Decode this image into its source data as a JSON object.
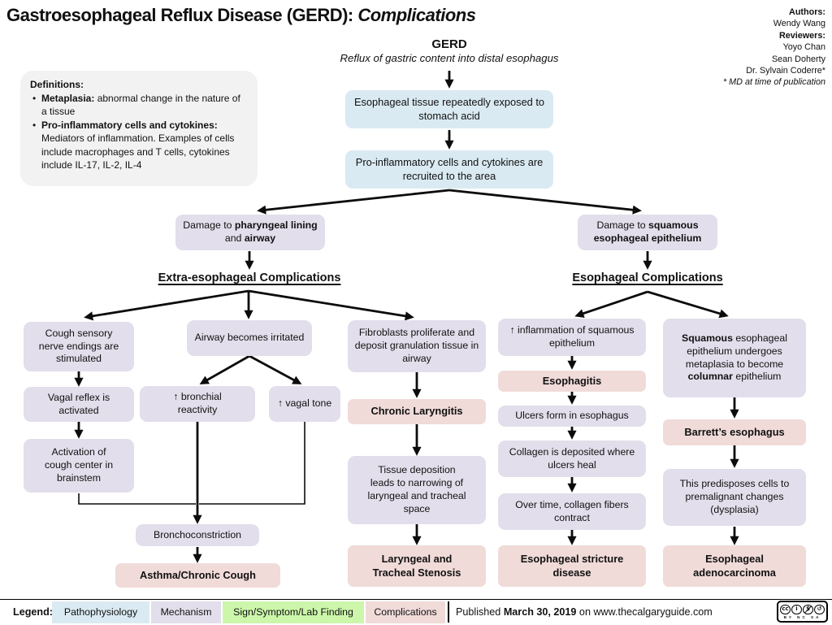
{
  "title": {
    "main": "Gastroesophageal Reflux Disease (GERD): ",
    "emphasis": "Complications"
  },
  "credits": {
    "authors_label": "Authors:",
    "authors": [
      "Wendy Wang"
    ],
    "reviewers_label": "Reviewers:",
    "reviewers": [
      "Yoyo Chan",
      "Sean Doherty",
      "Dr. Sylvain Coderre*"
    ],
    "footnote": "* MD at time of publication"
  },
  "definitions": {
    "heading": "Definitions:",
    "items": [
      {
        "term": "Metaplasia:",
        "text": " abnormal change in the nature of a tissue"
      },
      {
        "term": "Pro-inflammatory cells and cytokines:",
        "text": " Mediators of inflammation. Examples of cells include macrophages and T cells, cytokines include IL-17, IL-2, IL-4"
      }
    ]
  },
  "root": {
    "heading": "GERD",
    "subtitle": "Reflux of gastric content into distal esophagus"
  },
  "sections": {
    "extra": "Extra-esophageal Complications",
    "esophageal": "Esophageal Complications"
  },
  "nodes": {
    "exposure": "Esophageal tissue repeatedly exposed to stomach acid",
    "recruited": "Pro-inflammatory cells and cytokines are recruited to the area",
    "damage_airway": {
      "t1": "Damage to ",
      "b1": "pharyngeal lining",
      "t2": " and ",
      "b2": "airway"
    },
    "damage_squamous": {
      "t1": "Damage to ",
      "b1": "squamous esophageal epithelium"
    },
    "cough_sensory": "Cough sensory nerve endings are stimulated",
    "vagal_reflex": "Vagal reflex is activated",
    "cough_center": "Activation of cough center in brainstem",
    "airway_irritated": "Airway becomes irritated",
    "bronchial_reactivity": "↑ bronchial reactivity",
    "vagal_tone": "↑ vagal tone",
    "bronchoconstriction": "Bronchoconstriction",
    "asthma": "Asthma/Chronic Cough",
    "fibroblasts": "Fibroblasts proliferate and deposit granulation tissue in airway",
    "chronic_laryngitis": "Chronic Laryngitis",
    "tissue_deposition": "Tissue deposition leads to narrowing of laryngeal and tracheal space",
    "stenosis": "Laryngeal and Tracheal Stenosis",
    "inflammation": "↑ inflammation of squamous epithelium",
    "esophagitis": "Esophagitis",
    "ulcers": "Ulcers form in esophagus",
    "collagen": "Collagen is deposited where ulcers heal",
    "contract": "Over time, collagen fibers contract",
    "stricture": "Esophageal stricture disease",
    "metaplasia_node": {
      "b1": "Squamous",
      "t1": " esophageal epithelium undergoes metaplasia to become ",
      "b2": "columnar",
      "t2": " epithelium"
    },
    "barretts": "Barrett’s esophagus",
    "predisposes": "This predisposes cells to premalignant changes (dysplasia)",
    "adenocarcinoma": "Esophageal adenocarcinoma"
  },
  "palette": {
    "pathophysiology": "#DAEAF2",
    "mechanism": "#E2DEEB",
    "sign": "#CCF6AA",
    "complication": "#F0DBD9",
    "definitions_bg": "#F2F2F2"
  },
  "legend": {
    "label": "Legend:",
    "items": [
      {
        "label": "Pathophysiology"
      },
      {
        "label": "Mechanism"
      },
      {
        "label": "Sign/Symptom/Lab Finding"
      },
      {
        "label": "Complications"
      }
    ],
    "published": {
      "prefix": "Published ",
      "date": "March 30, 2019",
      "suffix": " on www.thecalgaryguide.com"
    },
    "license": "CC BY-NC-SA",
    "license_row": "BY NC SA",
    "license_icons": {
      "cc": "cc",
      "by": "i",
      "nc": "$",
      "sa": "↺"
    }
  }
}
